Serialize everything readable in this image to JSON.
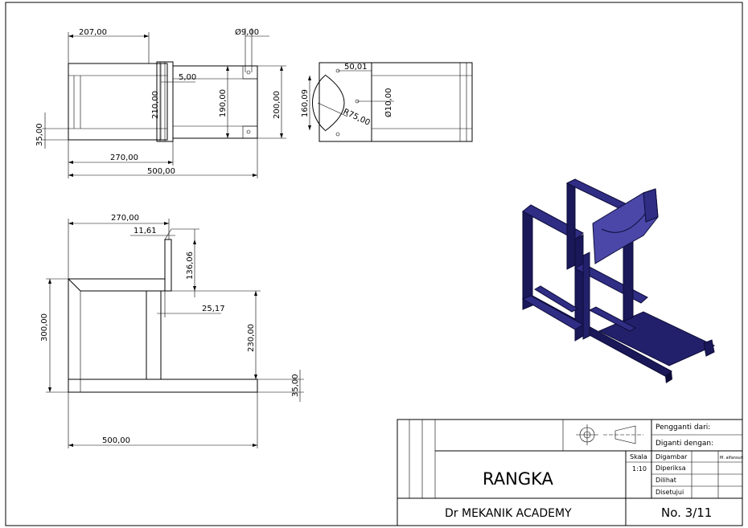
{
  "top_view": {
    "dims": {
      "d1": "207,00",
      "d2": "Ø9,00",
      "d3": "5,00",
      "d4": "210,00",
      "d5": "190,00",
      "d6": "200,00",
      "d7": "35,00",
      "d8": "270,00",
      "d9": "500,00"
    }
  },
  "right_top_view": {
    "dims": {
      "d1": "50,01",
      "d2": "160,09",
      "d3": "R75,00",
      "d4": "Ø10,00"
    }
  },
  "side_view": {
    "dims": {
      "d1": "270,00",
      "d2": "11,61",
      "d3": "136,06",
      "d4": "25,17",
      "d5": "300,00",
      "d6": "230,00",
      "d7": "35,00",
      "d8": "500,00"
    }
  },
  "title_block": {
    "title": "RANGKA",
    "company": "Dr MEKANIK ACADEMY",
    "sheet_no": "No. 3/11",
    "pengganti_dari": "Pengganti dari:",
    "diganti_dengan": "Diganti dengan:",
    "skala_label": "Skala",
    "skala_value": "1:10",
    "digambar": "Digambar",
    "digambar_name": "M. alfansuri",
    "diperiksa": "Diperiksa",
    "dilihat": "Dilihat",
    "disetujui": "Disetujui"
  },
  "colors": {
    "model_dark": "#0d0c38",
    "model_mid": "#23206b",
    "model_light": "#4a47a8"
  }
}
